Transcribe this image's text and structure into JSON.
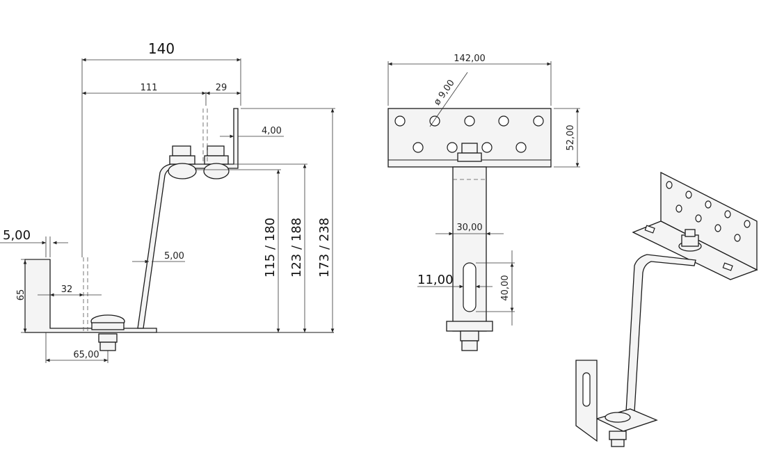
{
  "side_view": {
    "overall_width": "140",
    "offset_width": "111",
    "hook_width": "29",
    "plate_thickness": "4,00",
    "base_thickness": "5,00",
    "arm_thickness": "5,00",
    "base_height": "65",
    "hole_offset": "32",
    "base_length": "65,00",
    "heights": [
      "115 / 180",
      "123 / 188",
      "173 / 238"
    ]
  },
  "front_view": {
    "plate_width": "142,00",
    "hole_diameter": "ø 9,00",
    "plate_height": "52,00",
    "arm_width": "30,00",
    "slot_width": "11,00",
    "slot_length": "40,00"
  },
  "colors": {
    "line": "#1a1a1a",
    "part_fill": "#f4f4f4",
    "background": "#ffffff"
  }
}
